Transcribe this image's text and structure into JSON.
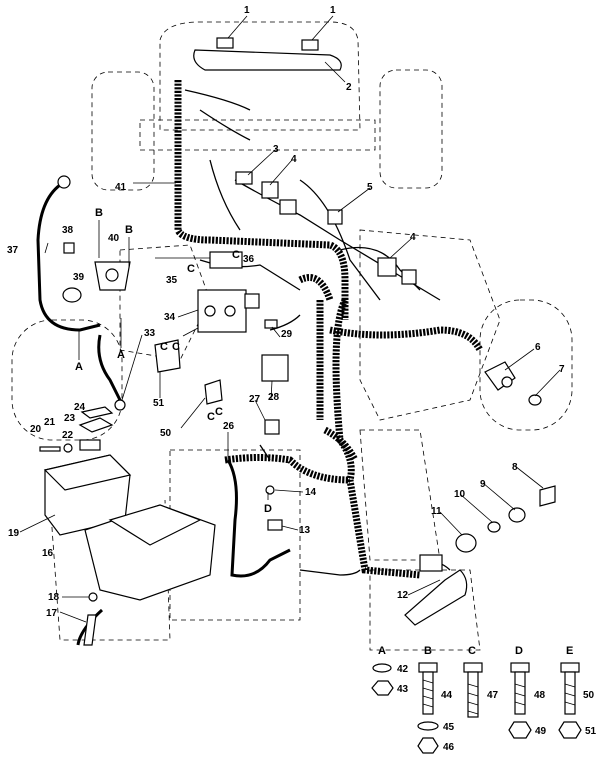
{
  "callouts": {
    "c1a": "1",
    "c1b": "1",
    "c2": "2",
    "c3": "3",
    "c4a": "4",
    "c4b": "4",
    "c5": "5",
    "c6": "6",
    "c7": "7",
    "c8": "8",
    "c9": "9",
    "c10": "10",
    "c11": "11",
    "c12": "12",
    "c13": "13",
    "c14": "14",
    "c16": "16",
    "c17": "17",
    "c18": "18",
    "c19": "19",
    "c20": "20",
    "c21": "21",
    "c22": "22",
    "c23": "23",
    "c24": "24",
    "c26": "26",
    "c27": "27",
    "c28": "28",
    "c29": "29",
    "c33": "33",
    "c34": "34",
    "c35": "35",
    "c36": "36",
    "c37": "37",
    "c38": "38",
    "c39": "39",
    "c40": "40",
    "c41": "41",
    "c50": "50",
    "c51": "51"
  },
  "letters": {
    "b1": "B",
    "b2": "B",
    "a1": "A",
    "a2": "A",
    "c1": "C",
    "c2": "C",
    "c3": "C",
    "c4": "C",
    "c5": "C",
    "c6": "C",
    "d1": "D"
  },
  "hardware_key": {
    "A": {
      "letter": "A",
      "n1": "42",
      "n2": "43"
    },
    "B": {
      "letter": "B",
      "n1": "44",
      "n2": "45",
      "n3": "46"
    },
    "C": {
      "letter": "C",
      "n1": "47"
    },
    "D": {
      "letter": "D",
      "n1": "48",
      "n2": "49"
    },
    "E": {
      "letter": "E",
      "n1": "50",
      "n2": "51"
    }
  }
}
